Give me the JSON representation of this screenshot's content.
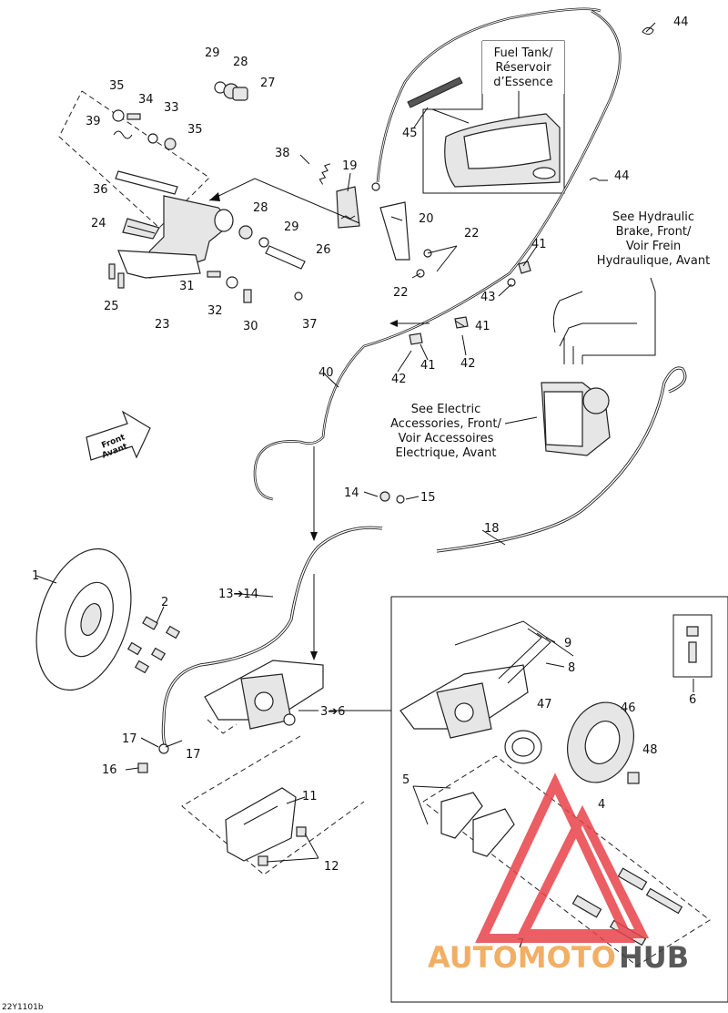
{
  "figure_code": "22Y1101b",
  "front_arrow": {
    "line1": "Front",
    "line2": "Avant"
  },
  "notes": {
    "fuel_tank": [
      "Fuel Tank/",
      "Réservoir",
      "d’Essence"
    ],
    "hydraulic_brake": [
      "See Hydraulic",
      "Brake, Front/",
      "Voir Frein",
      "Hydraulique, Avant"
    ],
    "electric_accessories": [
      "See Electric",
      "Accessories, Front/",
      "Voir Accessoires",
      "Electrique, Avant"
    ]
  },
  "callouts": [
    {
      "id": "c1",
      "text": "1"
    },
    {
      "id": "c2",
      "text": "2"
    },
    {
      "id": "c3_6",
      "text": "3➔6"
    },
    {
      "id": "c4",
      "text": "4"
    },
    {
      "id": "c5",
      "text": "5"
    },
    {
      "id": "c6",
      "text": "6"
    },
    {
      "id": "c7",
      "text": "7"
    },
    {
      "id": "c8",
      "text": "8"
    },
    {
      "id": "c9",
      "text": "9"
    },
    {
      "id": "c11",
      "text": "11"
    },
    {
      "id": "c12",
      "text": "12"
    },
    {
      "id": "c13_14",
      "text": "13➔14"
    },
    {
      "id": "c14",
      "text": "14"
    },
    {
      "id": "c15",
      "text": "15"
    },
    {
      "id": "c16",
      "text": "16"
    },
    {
      "id": "c17a",
      "text": "17"
    },
    {
      "id": "c17b",
      "text": "17"
    },
    {
      "id": "c18",
      "text": "18"
    },
    {
      "id": "c19",
      "text": "19"
    },
    {
      "id": "c20",
      "text": "20"
    },
    {
      "id": "c22a",
      "text": "22"
    },
    {
      "id": "c22b",
      "text": "22"
    },
    {
      "id": "c23",
      "text": "23"
    },
    {
      "id": "c24",
      "text": "24"
    },
    {
      "id": "c25",
      "text": "25"
    },
    {
      "id": "c26",
      "text": "26"
    },
    {
      "id": "c27",
      "text": "27"
    },
    {
      "id": "c28a",
      "text": "28"
    },
    {
      "id": "c28b",
      "text": "28"
    },
    {
      "id": "c29a",
      "text": "29"
    },
    {
      "id": "c29b",
      "text": "29"
    },
    {
      "id": "c30",
      "text": "30"
    },
    {
      "id": "c31",
      "text": "31"
    },
    {
      "id": "c32",
      "text": "32"
    },
    {
      "id": "c33",
      "text": "33"
    },
    {
      "id": "c34",
      "text": "34"
    },
    {
      "id": "c35a",
      "text": "35"
    },
    {
      "id": "c35b",
      "text": "35"
    },
    {
      "id": "c36",
      "text": "36"
    },
    {
      "id": "c37",
      "text": "37"
    },
    {
      "id": "c38",
      "text": "38"
    },
    {
      "id": "c39",
      "text": "39"
    },
    {
      "id": "c40",
      "text": "40"
    },
    {
      "id": "c41a",
      "text": "41"
    },
    {
      "id": "c41b",
      "text": "41"
    },
    {
      "id": "c41c",
      "text": "41"
    },
    {
      "id": "c42a",
      "text": "42"
    },
    {
      "id": "c42b",
      "text": "42"
    },
    {
      "id": "c43",
      "text": "43"
    },
    {
      "id": "c44a",
      "text": "44"
    },
    {
      "id": "c44b",
      "text": "44"
    },
    {
      "id": "c45",
      "text": "45"
    },
    {
      "id": "c46",
      "text": "46"
    },
    {
      "id": "c47",
      "text": "47"
    },
    {
      "id": "c48",
      "text": "48"
    }
  ],
  "watermark": {
    "text_part1": "AUTOMOTO",
    "text_part2": "HUB",
    "color_primary": "#f0a24a",
    "color_secondary": "#3d3d3d",
    "triangle_color": "#e8424a"
  }
}
